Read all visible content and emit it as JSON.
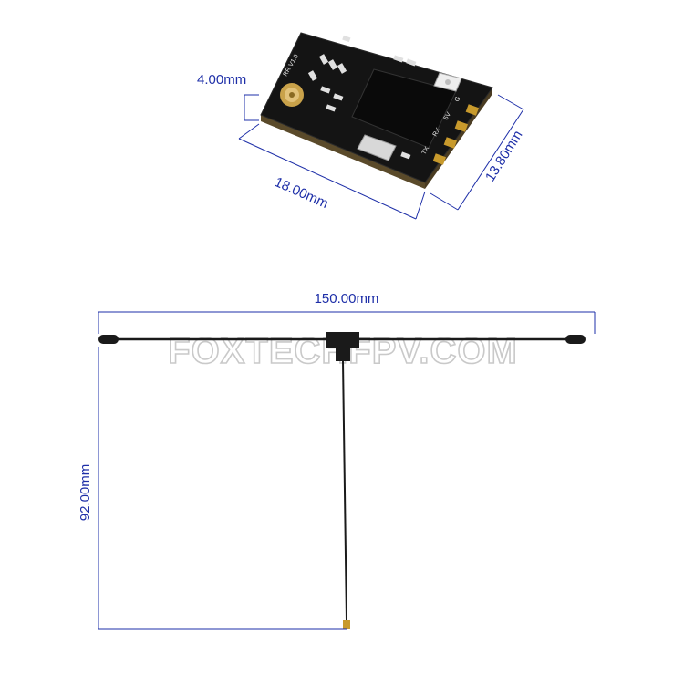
{
  "colors": {
    "dimension": "#1e2fa8",
    "pcb": "#141414",
    "pad_gold": "#c89a2c",
    "antenna": "#1a1a1a",
    "watermark_outline": "#c9c9c9"
  },
  "receiver": {
    "thickness_label": "4.00mm",
    "length_label": "18.00mm",
    "width_label": "13.80mm",
    "silkscreen": {
      "board_name": "RR V1.0",
      "pin_labels": [
        "G",
        "5V",
        "RX",
        "TX"
      ]
    }
  },
  "antenna": {
    "span_label": "150.00mm",
    "cable_label": "92.00mm",
    "watermark": "FOXTECHFPV.COM"
  }
}
